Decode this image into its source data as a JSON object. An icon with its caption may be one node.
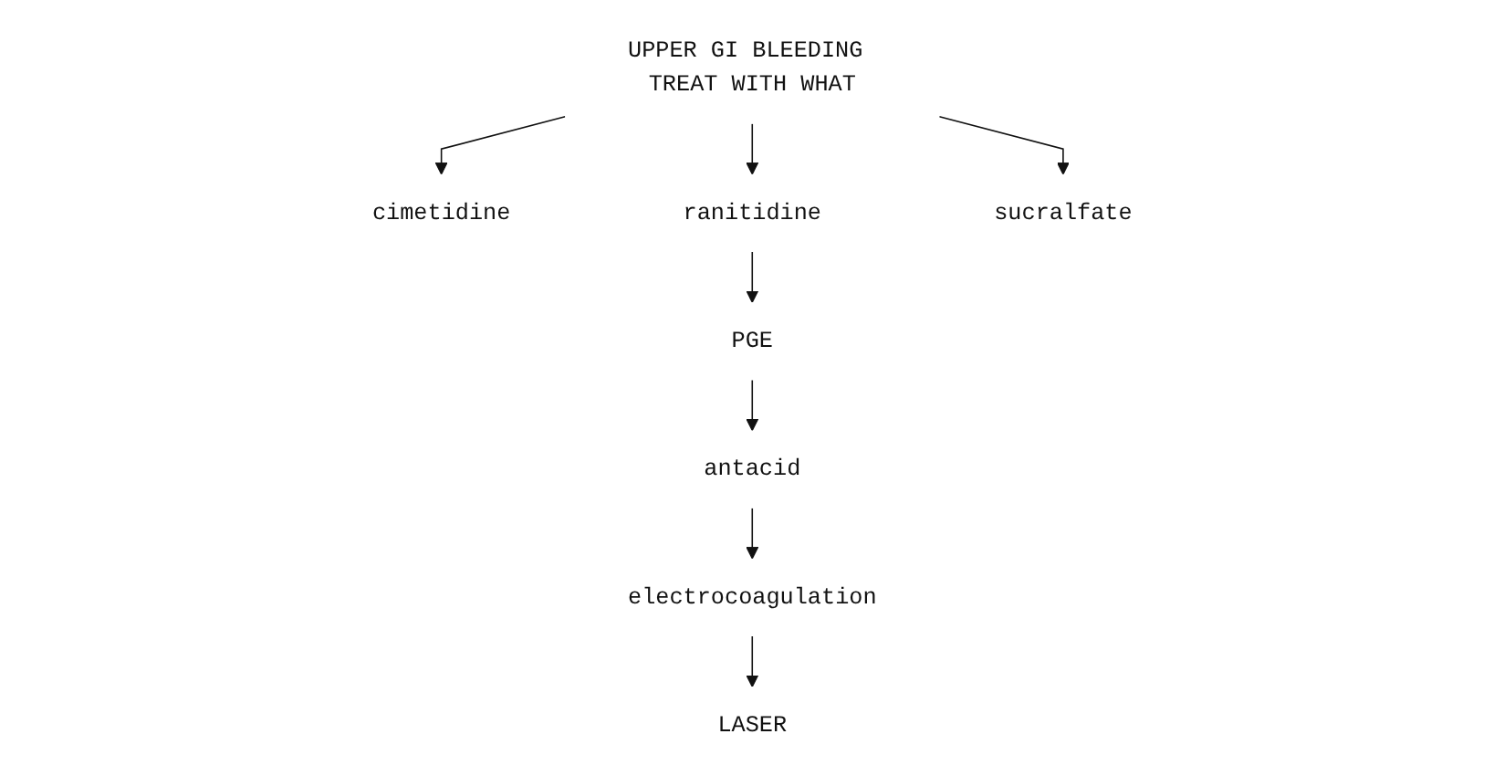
{
  "diagram": {
    "nodes": [
      {
        "text": [
          "UPPER GI BLEEDING TREAT WITH WHAT"
        ]
      },
      {
        "text": [
          "cimetidine"
        ]
      },
      {
        "text": [
          "ranitidine"
        ]
      },
      {
        "text": [
          "sucralfate"
        ]
      },
      {
        "text": [
          "PGE"
        ]
      },
      {
        "text": [
          "antacid"
        ]
      },
      {
        "text": [
          "electrocoagulation"
        ]
      },
      {
        "text": [
          "LASER"
        ]
      }
    ],
    "edges": [
      {
        "from": 0,
        "to": 1,
        "arrow": "to"
      },
      {
        "from": 0,
        "to": 2,
        "arrow": "to"
      },
      {
        "from": 0,
        "to": 3,
        "arrow": "to"
      },
      {
        "from": 2,
        "to": 4,
        "arrow": "to"
      },
      {
        "from": 4,
        "to": 5,
        "arrow": "to"
      },
      {
        "from": 5,
        "to": 6,
        "arrow": "to"
      },
      {
        "from": 6,
        "to": 7,
        "arrow": "to"
      }
    ]
  }
}
